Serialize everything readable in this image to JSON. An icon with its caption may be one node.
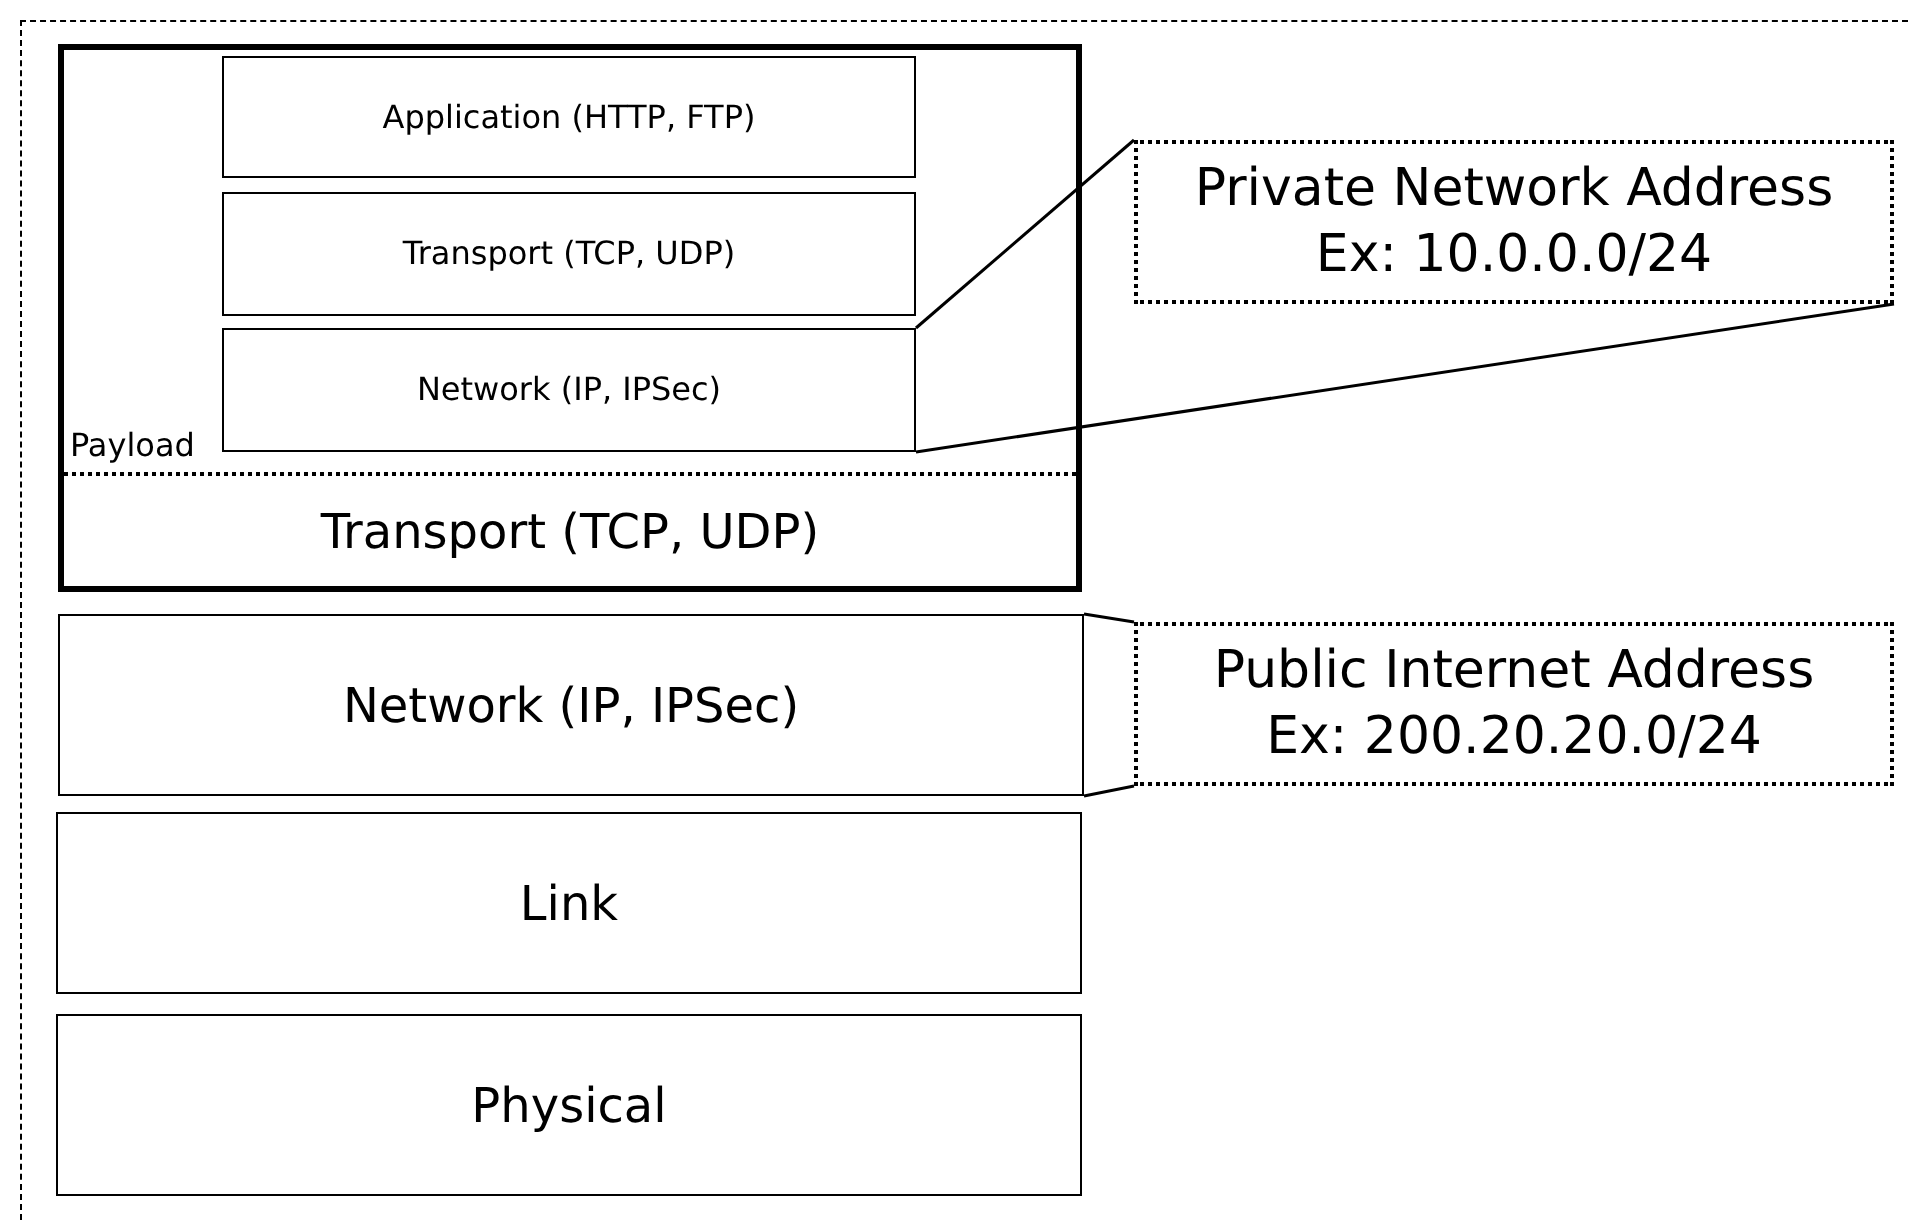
{
  "diagram": {
    "nodes": [
      {
        "text": [
          "Transport (TCP, UDP)"
        ]
      },
      {
        "text": [
          "Payload"
        ],
        "in": 0
      },
      {
        "text": [
          "Application (HTTP, FTP)"
        ],
        "in": 1
      },
      {
        "text": [
          "Transport (TCP, UDP)"
        ],
        "in": 1
      },
      {
        "text": [
          "Network (IP, IPSec)"
        ],
        "in": 1
      },
      {
        "text": [
          "Network (IP, IPSec)"
        ]
      },
      {
        "text": [
          "Link"
        ]
      },
      {
        "text": [
          "Physical"
        ]
      },
      {
        "text": [
          "Private Network Address Ex: 10.0.0.0/24"
        ]
      },
      {
        "text": [
          "Public Internet Address Ex: 200.20.20.0/24"
        ]
      }
    ],
    "edges": [
      {
        "from": 4,
        "to": 8,
        "arrow": "none"
      },
      {
        "from": 4,
        "to": 8,
        "arrow": "none"
      },
      {
        "from": 5,
        "to": 9,
        "arrow": "none"
      },
      {
        "from": 5,
        "to": 9,
        "arrow": "none"
      }
    ]
  }
}
